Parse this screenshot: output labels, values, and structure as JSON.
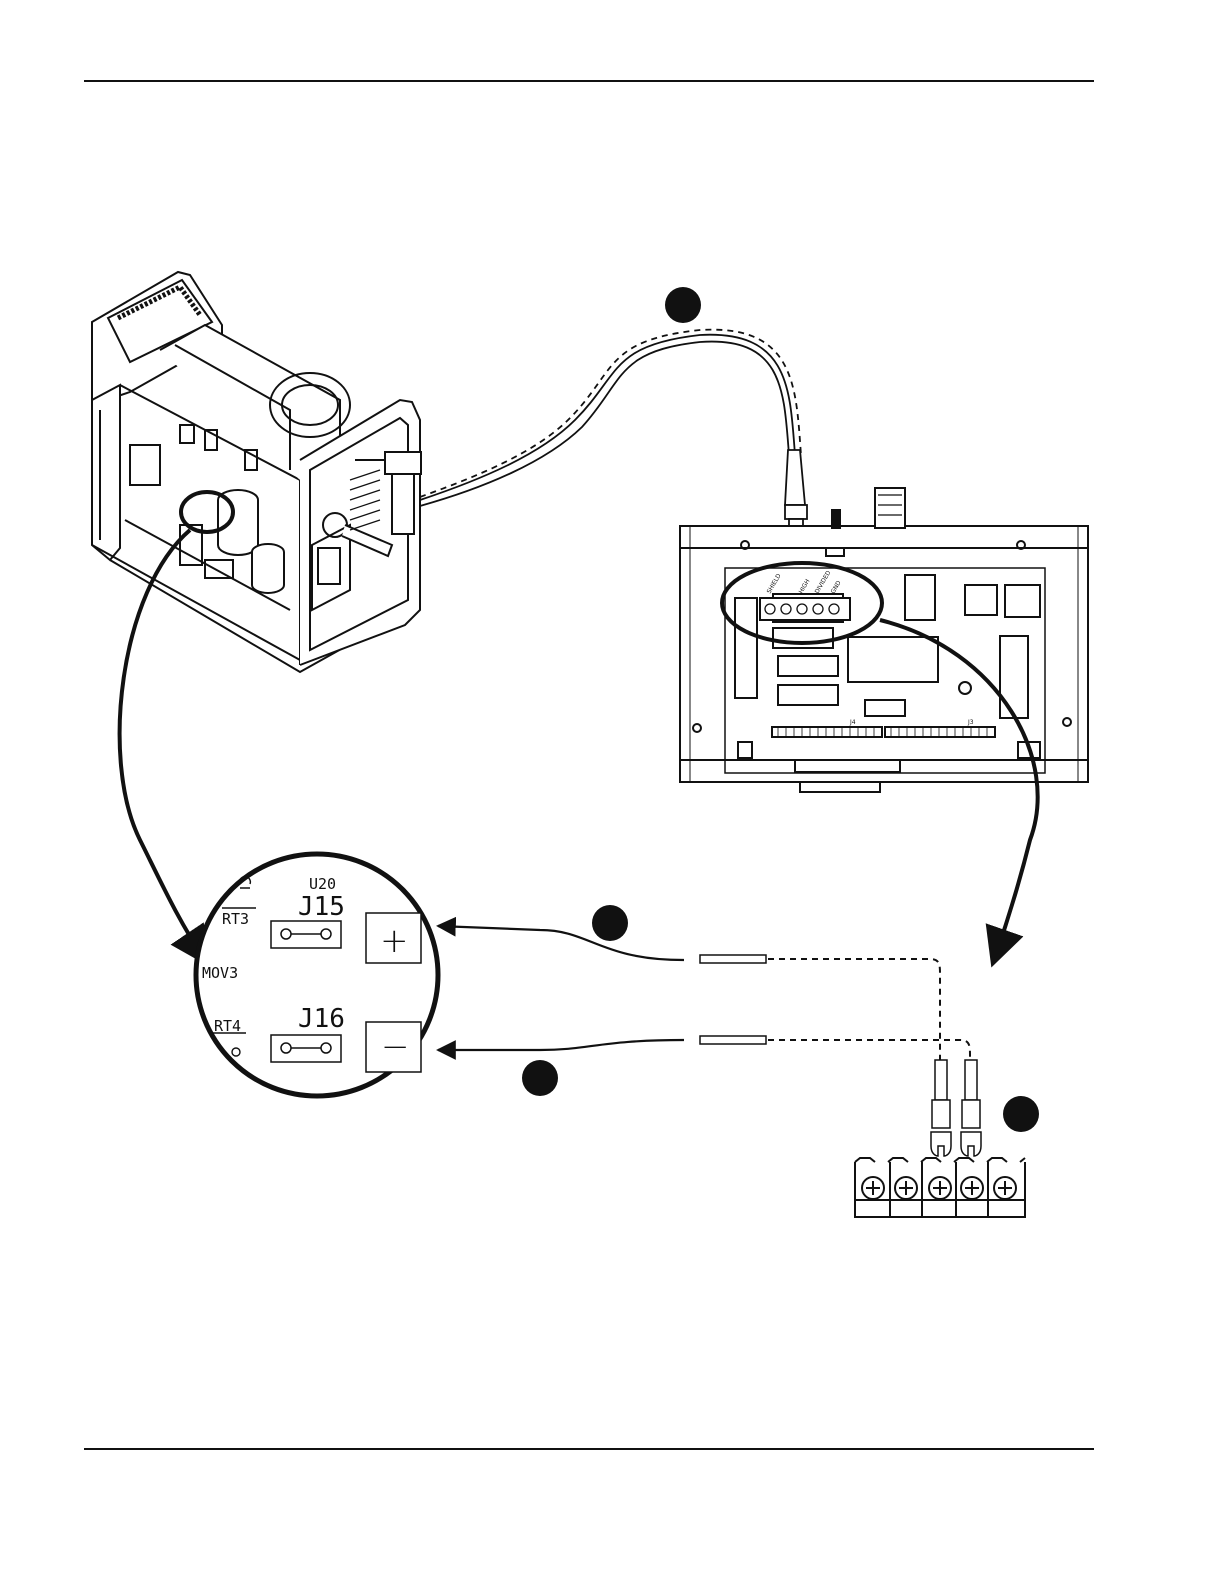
{
  "callouts": {
    "cable": "",
    "positive_wire": "",
    "negative_wire": "",
    "terminal_strip": ""
  },
  "pcb_detail": {
    "u20": "U20",
    "rt3": "RT3",
    "j15": "J15",
    "mov3": "MOV3",
    "rt4": "RT4",
    "j16": "J16",
    "plus": "+",
    "minus": "−"
  },
  "board": {
    "terminal_labels": [
      "SHIELD",
      "HIGH",
      "DIVIDED",
      "GND"
    ],
    "connector_j4": "J4",
    "connector_j3": "J3"
  },
  "colors": {
    "line": "#111111",
    "paper": "#ffffff"
  }
}
